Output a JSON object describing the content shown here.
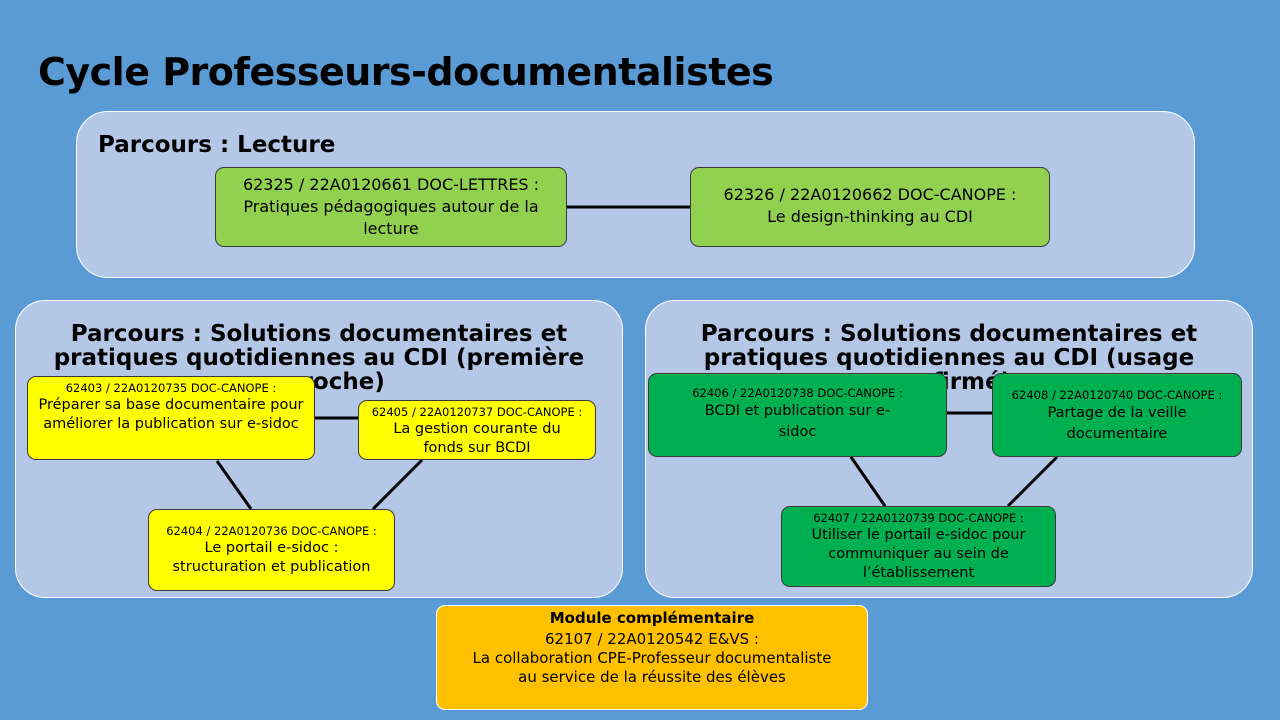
{
  "page": {
    "title": "Cycle Professeurs-documentalistes"
  },
  "colors": {
    "background": "#5b9bd5",
    "panel": "#b4c7e7",
    "lecture_box": "#92d050",
    "premiere_approche_box": "#ffff00",
    "usage_confirme_box": "#00b050",
    "module_box": "#ffc000"
  },
  "parcours_lecture": {
    "title": "Parcours : Lecture",
    "modules": [
      {
        "code": "62325 / 22A0120661 DOC-LETTRES :",
        "label": "Pratiques pédagogiques autour de la lecture"
      },
      {
        "code": "62326 / 22A0120662 DOC-CANOPE :",
        "label": "Le design-thinking au CDI"
      }
    ]
  },
  "parcours_premiere_approche": {
    "title": "Parcours : Solutions documentaires et pratiques quotidiennes au CDI (première approche)",
    "modules": [
      {
        "code": "62403 / 22A0120735 DOC-CANOPE :",
        "label": "Préparer sa base documentaire pour améliorer la publication sur e-sidoc"
      },
      {
        "code": "62405 / 22A0120737 DOC-CANOPE :",
        "label": "La gestion courante du fonds sur BCDI"
      },
      {
        "code": "62404 / 22A0120736 DOC-CANOPE :",
        "label": "Le portail e-sidoc : structuration et publication"
      }
    ]
  },
  "parcours_usage_confirme": {
    "title": "Parcours : Solutions documentaires et pratiques quotidiennes au CDI (usage confirmé)",
    "modules": [
      {
        "code": "62406 / 22A0120738 DOC-CANOPE :",
        "label": "BCDI et publication sur e-sidoc"
      },
      {
        "code": "62408 / 22A0120740 DOC-CANOPE :",
        "label": "Partage de la veille documentaire"
      },
      {
        "code": "62407 / 22A0120739 DOC-CANOPE :",
        "label": "Utiliser le portail e-sidoc pour communiquer au sein de l’établissement"
      }
    ]
  },
  "module_complementaire": {
    "heading": "Module complémentaire",
    "code": "62107 / 22A0120542 E&VS :",
    "label": "La collaboration CPE-Professeur documentaliste au service de la réussite des élèves"
  }
}
